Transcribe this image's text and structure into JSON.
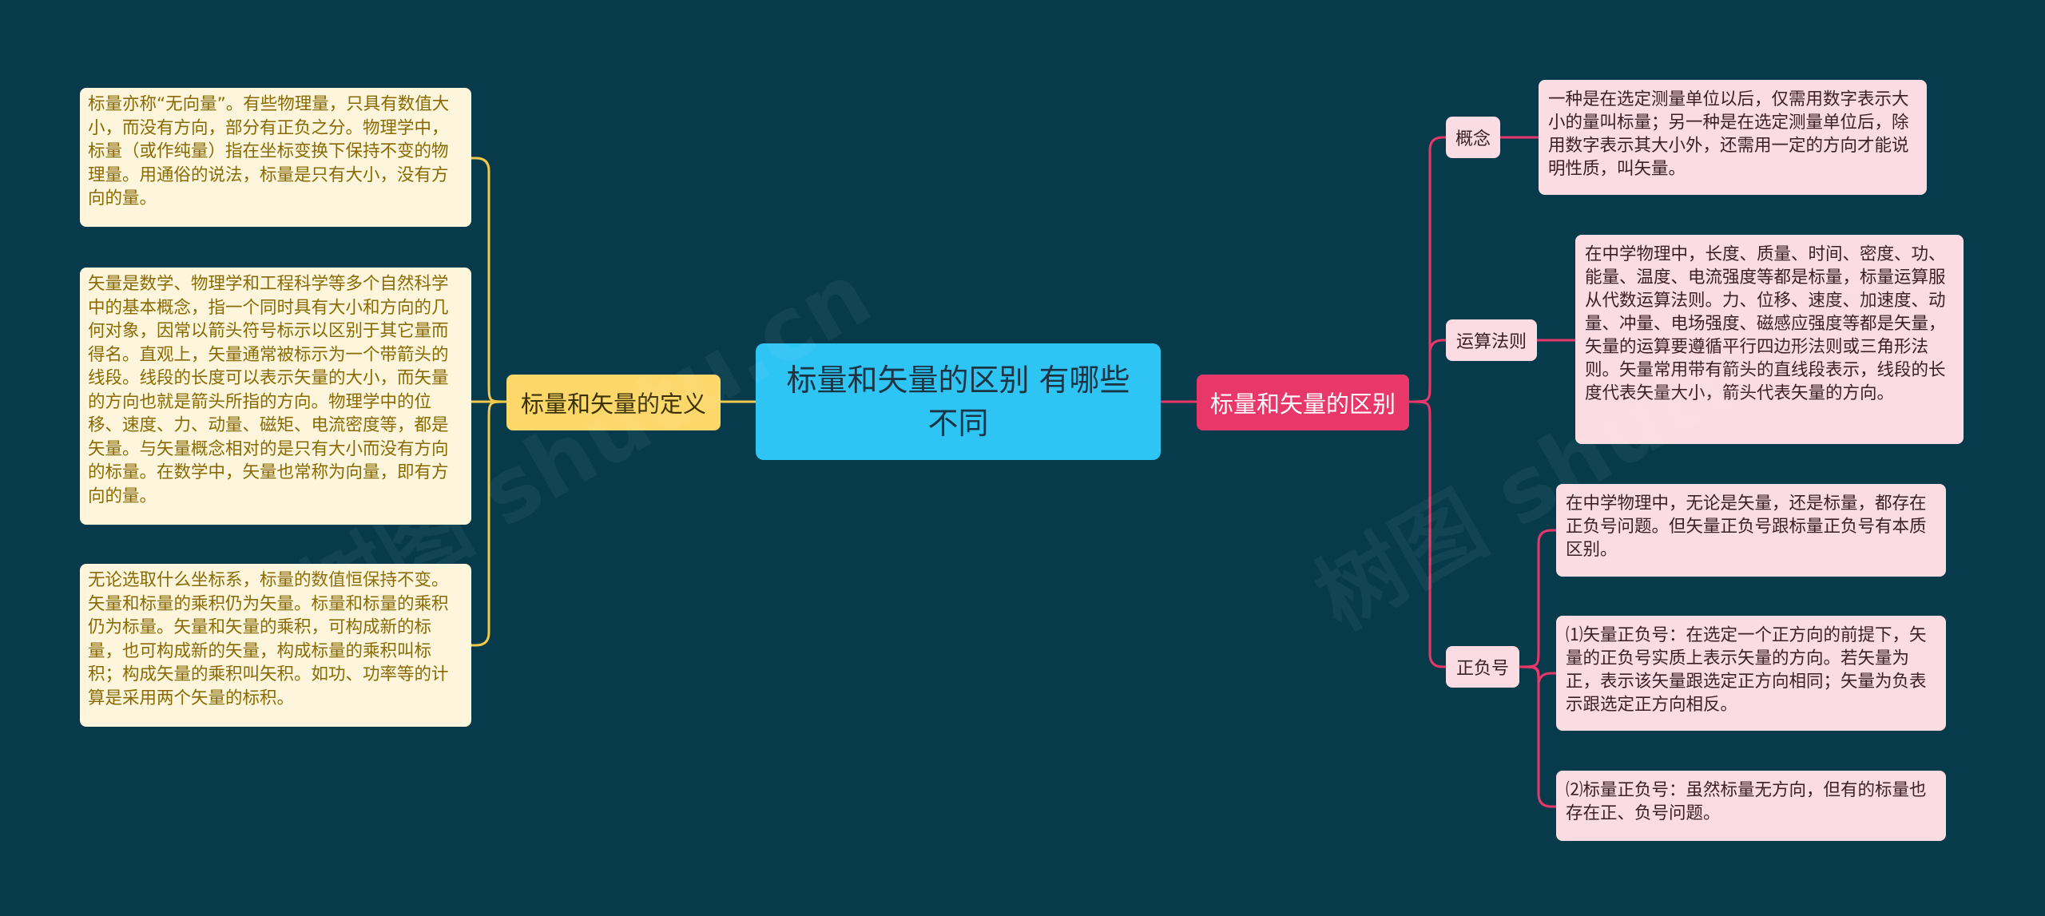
{
  "root": {
    "label": "标量和矢量的区别 有哪些不同"
  },
  "left_branch": {
    "label": "标量和矢量的定义",
    "items": [
      "标量亦称“无向量”。有些物理量，只具有数值大小，而没有方向，部分有正负之分。物理学中，标量（或作纯量）指在坐标变换下保持不变的物理量。用通俗的说法，标量是只有大小，没有方向的量。",
      "矢量是数学、物理学和工程科学等多个自然科学中的基本概念，指一个同时具有大小和方向的几何对象，因常以箭头符号标示以区别于其它量而得名。直观上，矢量通常被标示为一个带箭头的线段。线段的长度可以表示矢量的大小，而矢量的方向也就是箭头所指的方向。物理学中的位移、速度、力、动量、磁矩、电流密度等，都是矢量。与矢量概念相对的是只有大小而没有方向的标量。在数学中，矢量也常称为向量，即有方向的量。",
      "无论选取什么坐标系，标量的数值恒保持不变。矢量和标量的乘积仍为矢量。标量和标量的乘积仍为标量。矢量和矢量的乘积，可构成新的标量，也可构成新的矢量，构成标量的乘积叫标积；构成矢量的乘积叫矢积。如功、功率等的计算是采用两个矢量的标积。"
    ]
  },
  "right_branch": {
    "label": "标量和矢量的区别",
    "subs": [
      {
        "label": "概念",
        "items": [
          "一种是在选定测量单位以后，仅需用数字表示大小的量叫标量；另一种是在选定测量单位后，除用数字表示其大小外，还需用一定的方向才能说明性质，叫矢量。"
        ]
      },
      {
        "label": "运算法则",
        "items": [
          "在中学物理中，长度、质量、时间、密度、功、能量、温度、电流强度等都是标量，标量运算服从代数运算法则。力、位移、速度、加速度、动量、冲量、电场强度、磁感应强度等都是矢量，矢量的运算要遵循平行四边形法则或三角形法则。矢量常用带有箭头的直线段表示，线段的长度代表矢量大小，箭头代表矢量的方向。"
        ]
      },
      {
        "label": "正负号",
        "items": [
          "在中学物理中，无论是矢量，还是标量，都存在正负号问题。但矢量正负号跟标量正负号有本质区别。",
          "⑴矢量正负号：在选定一个正方向的前提下，矢量的正负号实质上表示矢量的方向。若矢量为正，表示该矢量跟选定正方向相同；矢量为负表示跟选定正方向相反。",
          "⑵标量正负号：虽然标量无方向，但有的标量也存在正、负号问题。"
        ]
      }
    ]
  },
  "watermarks": [
    "树图 shutu.cn",
    "树图 shutu.cn"
  ],
  "colors": {
    "background": "#073a4b",
    "root": "#2ec5f4",
    "left_branch": "#fcd76a",
    "right_branch": "#e8386a",
    "left_line": "#f2c94c",
    "right_line": "#e8386a"
  }
}
